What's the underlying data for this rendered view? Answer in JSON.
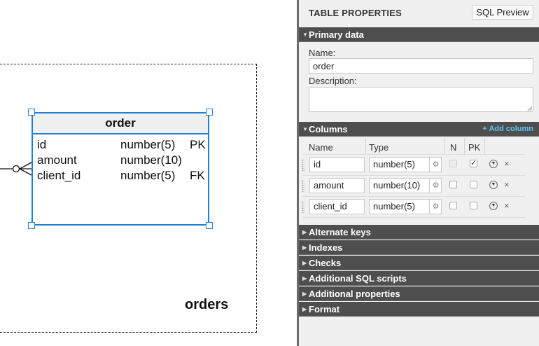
{
  "diagram": {
    "subject_area_label": "orders",
    "entity": {
      "name": "order",
      "rows": [
        {
          "name": "id",
          "type": "number(5)",
          "key": "PK"
        },
        {
          "name": "amount",
          "type": "number(10)",
          "key": ""
        },
        {
          "name": "client_id",
          "type": "number(5)",
          "key": "FK"
        }
      ]
    }
  },
  "panel": {
    "title": "TABLE PROPERTIES",
    "sql_preview_label": "SQL Preview",
    "primary_data": {
      "label": "Primary data",
      "name_label": "Name:",
      "name_value": "order",
      "description_label": "Description:",
      "description_value": ""
    },
    "columns": {
      "label": "Columns",
      "add_label": "+ Add column",
      "headers": {
        "name": "Name",
        "type": "Type",
        "n": "N",
        "pk": "PK"
      },
      "rows": [
        {
          "name": "id",
          "type": "number(5)",
          "nullable": false,
          "nullable_disabled": true,
          "pk": true
        },
        {
          "name": "amount",
          "type": "number(10)",
          "nullable": false,
          "nullable_disabled": false,
          "pk": false
        },
        {
          "name": "client_id",
          "type": "number(5)",
          "nullable": false,
          "nullable_disabled": false,
          "pk": false
        }
      ]
    },
    "sections": [
      "Alternate keys",
      "Indexes",
      "Checks",
      "Additional SQL scripts",
      "Additional properties",
      "Format"
    ]
  },
  "colors": {
    "selection": "#1e7fd6",
    "section_bg": "#4e4e4e",
    "add_column_link": "#5ec3f2"
  },
  "icons": {
    "expanded": "triangle-down-icon",
    "collapsed": "triangle-right-icon",
    "type_picker": "gear-icon",
    "column_menu": "chevron-circle-icon",
    "delete_column": "close-icon"
  }
}
